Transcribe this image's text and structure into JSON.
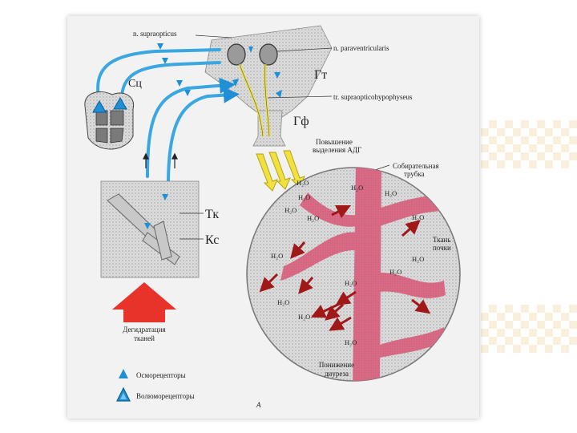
{
  "labels": {
    "n_supraopticus": "n. supraopticus",
    "n_paraventricularis": "n. paraventricularis",
    "gt": "Гт",
    "tr_supraopticohypophyseus": "tr. supraopticohypophyseus",
    "gf": "Гф",
    "sc": "Сц",
    "tk": "Тк",
    "ks": "Кс",
    "adh_line1": "Повышение",
    "adh_line2": "выделения АДГ",
    "collecting_line1": "Собирательная",
    "collecting_line2": "трубка",
    "tissue_line1": "Ткань",
    "tissue_line2": "почки",
    "dehydration_line1": "Дегидратация",
    "dehydration_line2": "тканей",
    "diuresis_line1": "Понижение",
    "diuresis_line2": "диуреза",
    "legend_osmo": "Осморецепторы",
    "legend_volumo": "Волюморецепторы",
    "figure_letter": "А"
  },
  "water_labels": [
    "H₂O",
    "H₂O",
    "H₂O",
    "H₂O",
    "H₂O",
    "H₂O",
    "H₂O",
    "H₂O",
    "H₂O",
    "H₂O",
    "H₂O",
    "H₂O",
    "H₂O",
    "H₂O"
  ],
  "colors": {
    "pathway_blue": "#3ba7e0",
    "receptor_blue": "#1f8fd6",
    "tract_yellow": "#f0e040",
    "vessel_pink": "#e07088",
    "arrow_red": "#e8332a",
    "water_arrow": "#a01818"
  }
}
